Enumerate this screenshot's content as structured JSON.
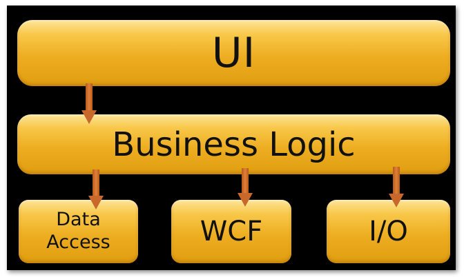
{
  "layers": {
    "ui": "UI",
    "business_logic": "Business Logic",
    "data_access": "Data Access",
    "wcf": "WCF",
    "io": "I/O"
  },
  "colors": {
    "background": "#000000",
    "box_fill": "#f2b52a",
    "arrow": "#d2691e"
  }
}
